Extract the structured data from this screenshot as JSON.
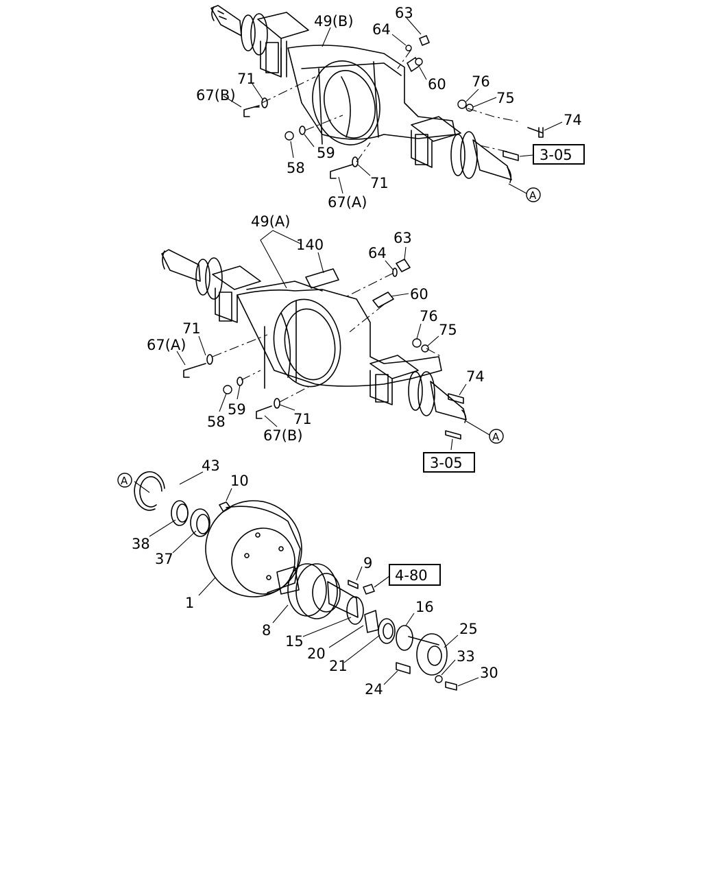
{
  "labels": {
    "top": {
      "l49": "49(B)",
      "l63": "63",
      "l64": "64",
      "l60": "60",
      "l76": "76",
      "l75": "75",
      "l74": "74",
      "l71a": "71",
      "l67b": "67(B)",
      "l59": "59",
      "l58": "58",
      "l71b": "71",
      "l67a": "67(A)",
      "ref": "3-05",
      "circ": "A"
    },
    "middle": {
      "l49": "49(A)",
      "l140": "140",
      "l64": "64",
      "l63": "63",
      "l60": "60",
      "l76": "76",
      "l75": "75",
      "l71a": "71",
      "l67a": "67(A)",
      "l74": "74",
      "l58": "58",
      "l59": "59",
      "l71b": "71",
      "l67b": "67(B)",
      "ref": "3-05",
      "circ": "A"
    },
    "bottom": {
      "circ": "A",
      "l43": "43",
      "l10": "10",
      "l38": "38",
      "l37": "37",
      "l9": "9",
      "ref": "4-80",
      "l1": "1",
      "l16": "16",
      "l8": "8",
      "l25": "25",
      "l15": "15",
      "l20": "20",
      "l33": "33",
      "l21": "21",
      "l30": "30",
      "l24": "24"
    }
  }
}
